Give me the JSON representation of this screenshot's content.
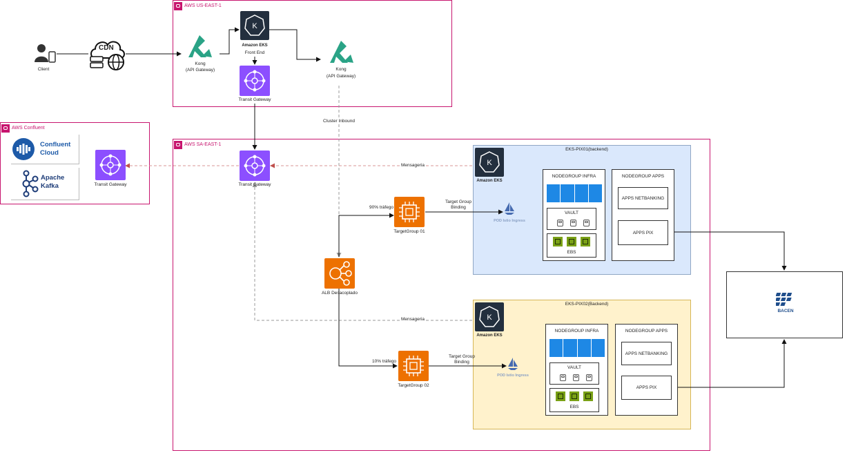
{
  "regions": {
    "us_east": "AWS US-EAST-1",
    "confluent": "AWS Confluent",
    "sa_east": "AWS SA-EAST-1"
  },
  "client": {
    "label": "Client"
  },
  "cdn": {
    "label": "CDN"
  },
  "kong1": {
    "name": "Kong",
    "sub": "(API Gateway)"
  },
  "kong2": {
    "name": "Kong",
    "sub": "(API Gateway)"
  },
  "eks_top": {
    "label": "Amazon EKS",
    "sub": "Front End"
  },
  "tgw_us": {
    "label": "Transit Gateway"
  },
  "tgw_sa": {
    "label": "Transit Gateway"
  },
  "tgw_confluent": {
    "label": "Transit Gateway"
  },
  "confluent_cloud": {
    "line1": "Confluent",
    "line2": "Cloud"
  },
  "apache_kafka": {
    "line1": "Apache",
    "line2": "Kafka"
  },
  "cluster_inbound": "Cluster Inbound",
  "mensageria_1": "Mensageria",
  "mensageria_2": "Mensageria",
  "alb": {
    "label": "ALB Desacoplado"
  },
  "tg1": {
    "label": "TargetGroup 01",
    "traffic": "90% tráfego",
    "binding1": "Target Group",
    "binding2": "Binding"
  },
  "tg2": {
    "label": "TargetGroup 02",
    "traffic": "10% tráfego",
    "binding1": "Target Group",
    "binding2": "Binding"
  },
  "pix01": {
    "title": "EKS-PIX01(backend)",
    "eks_label": "Amazon EKS",
    "pod": "POD Istio Ingress",
    "ng_infra": "NODEGROUP INFRA",
    "vault": "VAULT",
    "ebs": "EBS",
    "ng_apps": "NODEGROUP APPS",
    "apps_netbanking": "APPS NETBANKING",
    "apps_pix": "APPS PIX"
  },
  "pix02": {
    "title": "EKS-PIX02(Backend)",
    "eks_label": "Amazon EKS",
    "pod": "POD Istio Ingress",
    "ng_infra": "NODEGROUP INFRA",
    "vault": "VAULT",
    "ebs": "EBS",
    "ng_apps": "NODEGROUP APPS",
    "apps_netbanking": "APPS NETBANKING",
    "apps_pix": "APPS PIX"
  },
  "bacen": {
    "label": "BACEN"
  },
  "colors": {
    "region": "#c7146e",
    "eks": "#232f3e",
    "transit": "#8c4fff",
    "compute": "#ed7100",
    "kong": "#2aa386",
    "pix01_bg": "#dae8fc",
    "pix02_bg": "#fff2cc",
    "ebs": "#7aa116"
  },
  "icons": [
    "user-icon",
    "mobile-icon",
    "cdn-cloud-icon",
    "kong-icon",
    "eks-icon",
    "transit-gateway-icon",
    "confluent-icon",
    "kafka-icon",
    "alb-icon",
    "ec2-icon",
    "istio-icon",
    "disk-icon",
    "ebs-icon",
    "bacen-icon"
  ]
}
